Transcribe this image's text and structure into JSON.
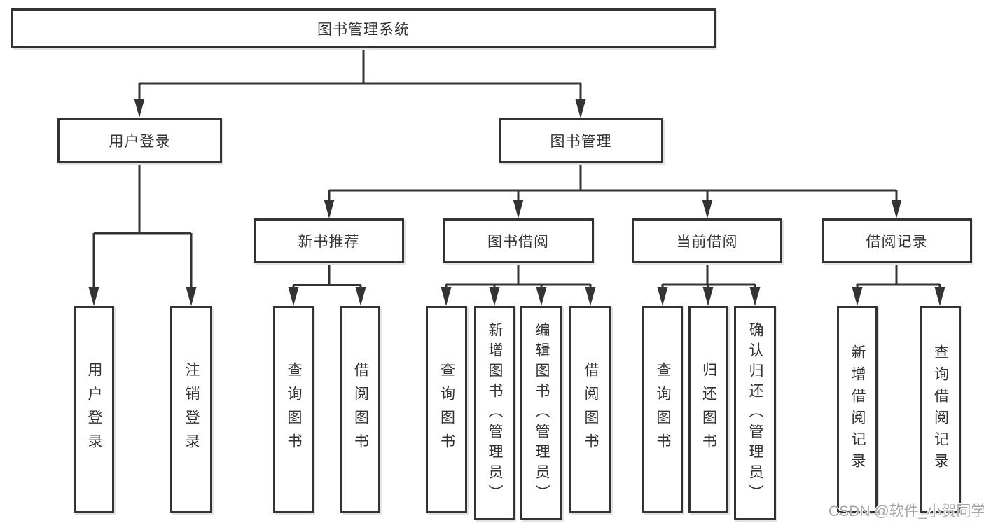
{
  "diagram": {
    "root": "图书管理系统",
    "branches": [
      {
        "label": "用户登录",
        "children": [
          "用户登录",
          "注销登录"
        ]
      },
      {
        "label": "图书管理",
        "children": [
          {
            "label": "新书推荐",
            "children": [
              "查询图书",
              "借阅图书"
            ]
          },
          {
            "label": "图书借阅",
            "children": [
              "查询图书",
              "新增图书（管理员）",
              "编辑图书（管理员）",
              "借阅图书"
            ]
          },
          {
            "label": "当前借阅",
            "children": [
              "查询图书",
              "归还图书",
              "确认归还（管理员）"
            ]
          },
          {
            "label": "借阅记录",
            "children": [
              "新增借阅记录",
              "查询借阅记录"
            ]
          }
        ]
      }
    ],
    "colors": {
      "line": "#333333",
      "text": "#333333",
      "background": "#ffffff",
      "watermark": "#a6a6a6"
    }
  },
  "watermark": {
    "text": "CSDN @软件_小贺同学"
  }
}
